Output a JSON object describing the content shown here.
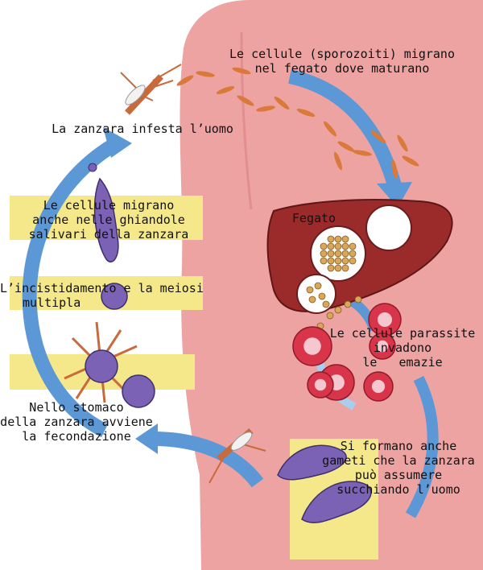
{
  "colors": {
    "body": "#eea3a3",
    "arrow": "#5c98d6",
    "arrow_light": "#a9cdee",
    "label_box": "#f4e88a",
    "liver": "#9b2b2b",
    "erythrocyte": "#d8344a",
    "gamete": "#7b62b5",
    "sporozoite": "#d97a3a",
    "mosquito": "#c86a3c"
  },
  "icons": [
    "mosquito-icon",
    "liver-icon",
    "red-blood-cell-icon",
    "gamete-icon",
    "sporozoite-icon",
    "oocyst-icon"
  ],
  "labels": {
    "sporozoites": [
      "Le cellule (sporozoiti) migrano",
      "nel fegato dove maturano"
    ],
    "mosquito_infects": [
      "La zanzara infesta l’uomo"
    ],
    "liver": [
      "Fegato"
    ],
    "salivary": [
      "Le cellule migrano",
      "anche nelle ghiandole",
      "salivari della zanzara"
    ],
    "meiosis": [
      "L’incistidamento e la meiosi",
      "multipla"
    ],
    "red_cells": [
      "Le cellule parassite",
      "invadono",
      "le   emazie"
    ],
    "fertilization": [
      "Nello stomaco",
      "della zanzara avviene",
      "la fecondazione"
    ],
    "gametes": [
      "Si formano anche",
      "gameti che la zanzara",
      "può assumere",
      "succhiando l’uomo"
    ]
  }
}
